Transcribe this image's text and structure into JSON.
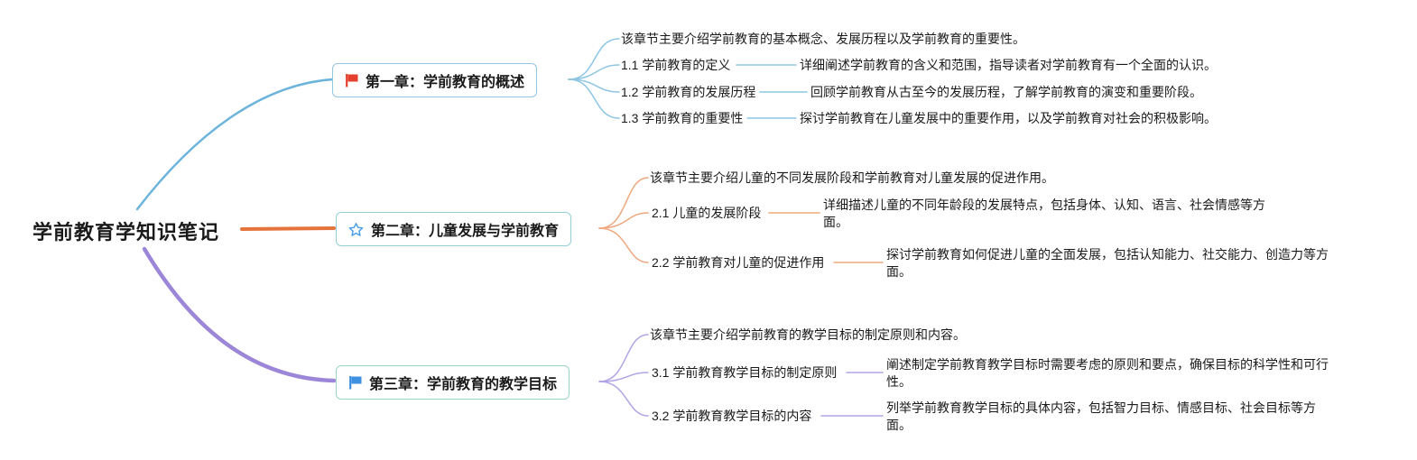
{
  "root": {
    "label": "学前教育学知识笔记"
  },
  "chapters": [
    {
      "label": "第一章：学前教育的概述",
      "icon": "flag-icon",
      "icon_color": "#e5402d",
      "branch_color": "#6db4dc",
      "connector_color": "#8ec5e4",
      "intro": "该章节主要介绍学前教育的基本概念、发展历程以及学前教育的重要性。",
      "topics": [
        {
          "label": "1.1 学前教育的定义",
          "desc": "详细阐述学前教育的含义和范围，指导读者对学前教育有一个全面的认识。"
        },
        {
          "label": "1.2 学前教育的发展历程",
          "desc": "回顾学前教育从古至今的发展历程，了解学前教育的演变和重要阶段。"
        },
        {
          "label": "1.3 学前教育的重要性",
          "desc": "探讨学前教育在儿童发展中的重要作用，以及学前教育对社会的积极影响。"
        }
      ]
    },
    {
      "label": "第二章：儿童发展与学前教育",
      "icon": "star-icon",
      "icon_color": "#4a9fe8",
      "branch_color": "#e4743c",
      "connector_color": "#eda87f",
      "intro": "该章节主要介绍儿童的不同发展阶段和学前教育对儿童发展的促进作用。",
      "topics": [
        {
          "label": "2.1 儿童的发展阶段",
          "desc": "详细描述儿童的不同年龄段的发展特点，包括身体、认知、语言、社会情感等方面。"
        },
        {
          "label": "2.2 学前教育对儿童的促进作用",
          "desc": "探讨学前教育如何促进儿童的全面发展，包括认知能力、社交能力、创造力等方面。"
        }
      ]
    },
    {
      "label": "第三章：学前教育的教学目标",
      "icon": "flag-icon",
      "icon_color": "#3d8fe0",
      "branch_color": "#9c86d8",
      "connector_color": "#b3a4e6",
      "intro": "该章节主要介绍学前教育的教学目标的制定原则和内容。",
      "topics": [
        {
          "label": "3.1 学前教育教学目标的制定原则",
          "desc": "阐述制定学前教育教学目标时需要考虑的原则和要点，确保目标的科学性和可行性。"
        },
        {
          "label": "3.2 学前教育教学目标的内容",
          "desc": "列举学前教育教学目标的具体内容，包括智力目标、情感目标、社会目标等方面。"
        }
      ]
    }
  ]
}
